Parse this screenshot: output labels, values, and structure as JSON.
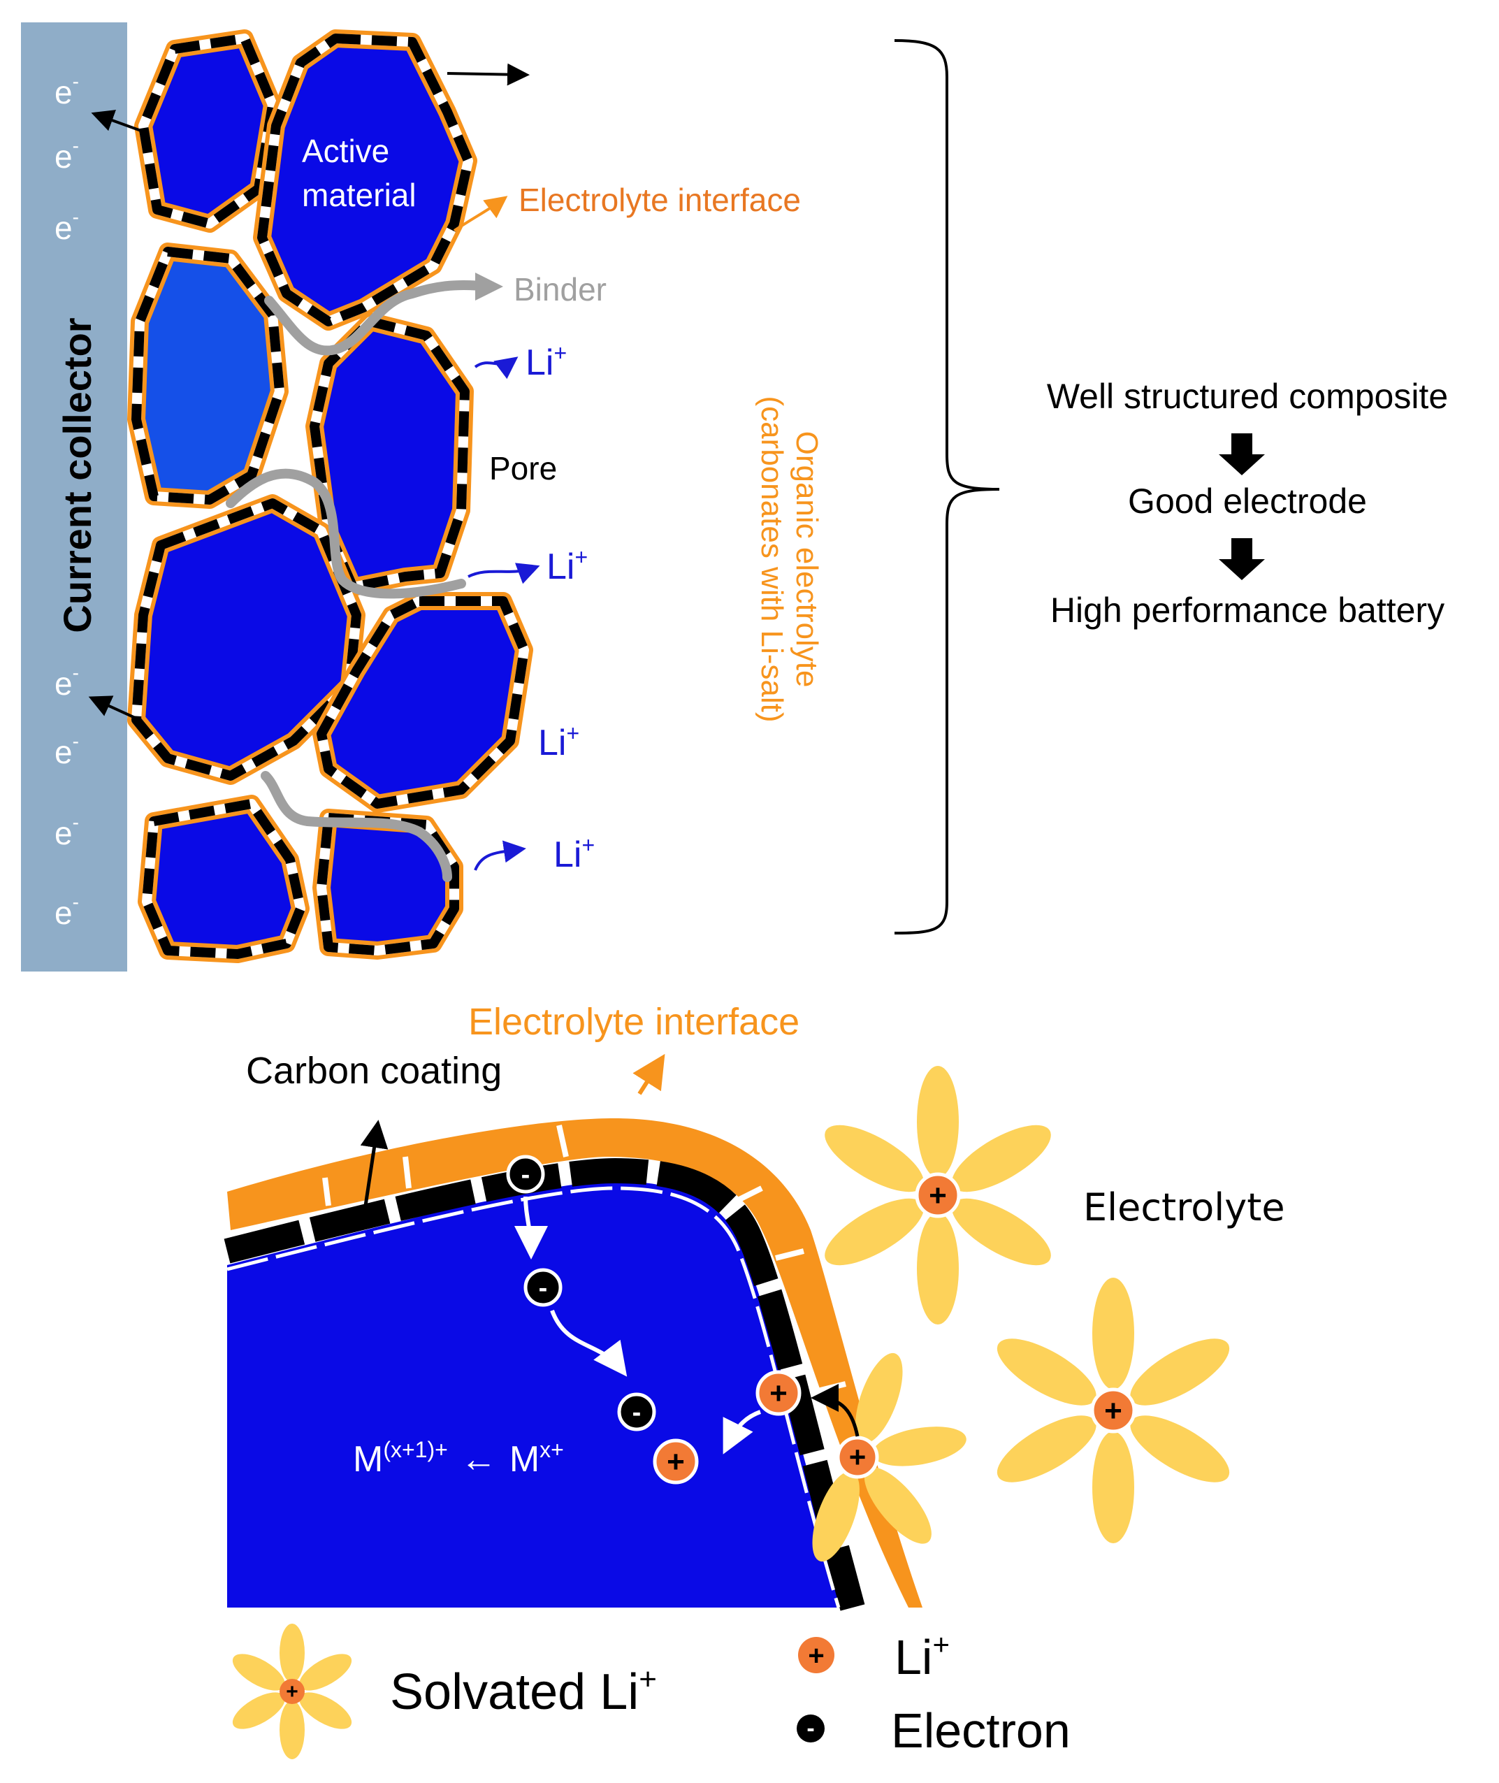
{
  "top_panel": {
    "current_collector_label": "Current collector",
    "electron_symbol": "e",
    "electron_sup": "-",
    "active_material_line1": "Active",
    "active_material_line2": "material",
    "electrolyte_interface": "Electrolyte interface",
    "binder": "Binder",
    "pore": "Pore",
    "li_ion": "Li",
    "li_ion_sup": "+",
    "organic_electrolyte_line1": "Organic electrolyte",
    "organic_electrolyte_line2": "(carbonates with Li-salt)"
  },
  "flow": {
    "step1": "Well structured composite",
    "step2": "Good electrode",
    "step3": "High performance battery"
  },
  "bottom_panel": {
    "electrolyte_interface": "Electrolyte interface",
    "carbon_coating": "Carbon coating",
    "electrolyte": "Electrolyte",
    "reaction_left": "M",
    "reaction_left_sup": "(x+1)+",
    "reaction_arrow": "←",
    "reaction_right": "M",
    "reaction_right_sup": "x+",
    "plus_sign": "+",
    "minus_sign": "-"
  },
  "legend": {
    "solvated": "Solvated Li",
    "solvated_sup": "+",
    "li": "Li",
    "li_sup": "+",
    "electron": "Electron"
  },
  "colors": {
    "collector": "#8fadc8",
    "active_blue": "#0a0ae6",
    "active_blue_light": "#1550e8",
    "interface_orange": "#f7941d",
    "label_orange": "#e87722",
    "binder_gray": "#a0a0a0",
    "li_blue": "#1a1ad6",
    "petal_yellow": "#fdd25a",
    "li_ion_orange": "#f27a35"
  }
}
